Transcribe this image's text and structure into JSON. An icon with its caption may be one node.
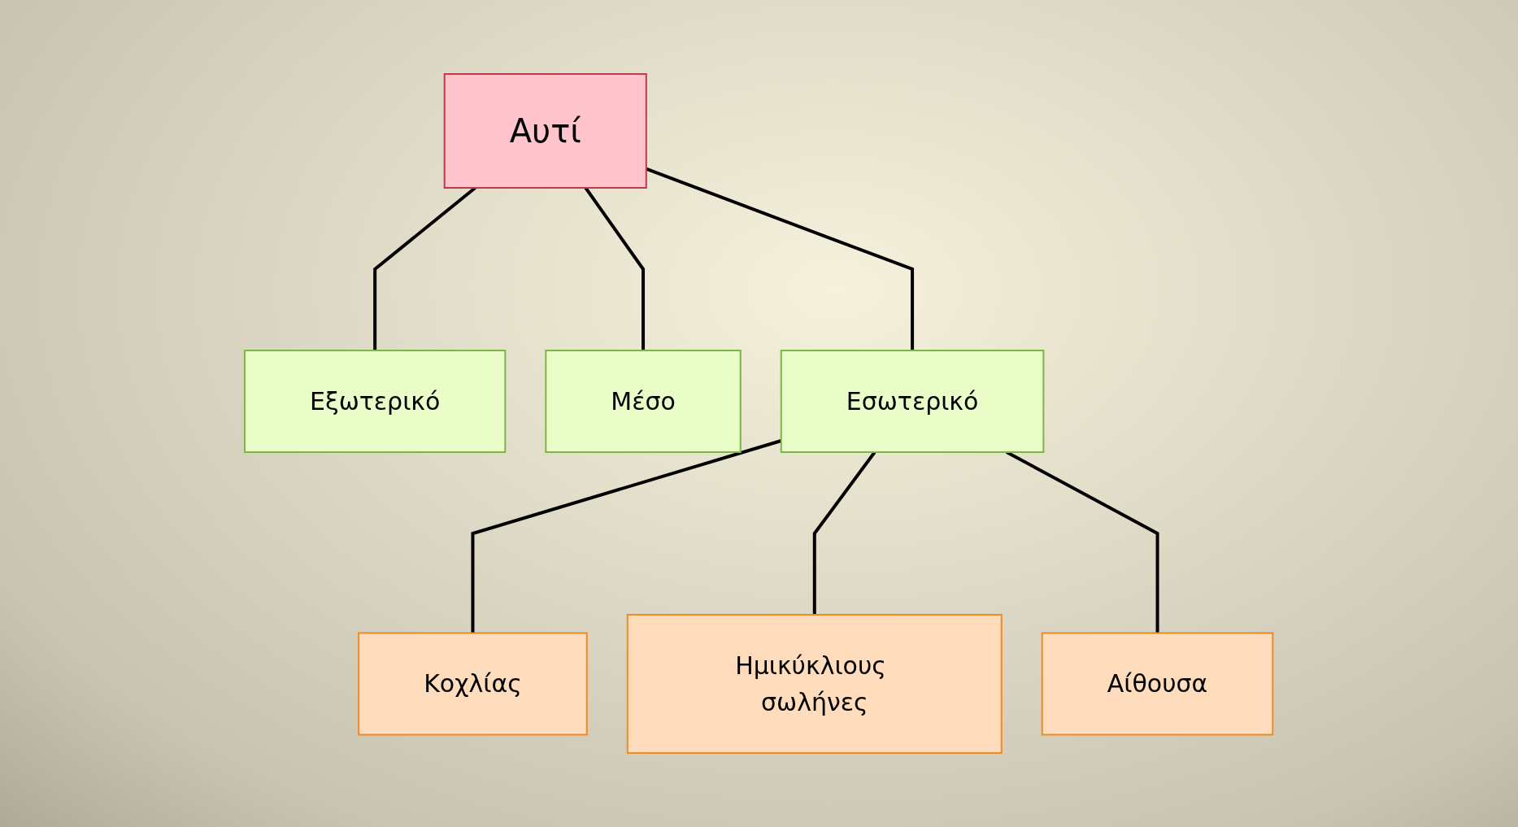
{
  "diagram": {
    "nodes": [
      {
        "text": [
          "Αυτί"
        ]
      },
      {
        "text": [
          "Εξωτερικό"
        ]
      },
      {
        "text": [
          "Μέσο"
        ]
      },
      {
        "text": [
          "Εσωτερικό"
        ]
      },
      {
        "text": [
          "Κοχλίας"
        ]
      },
      {
        "text": [
          "Ημικύκλιους σωλήνες"
        ]
      },
      {
        "text": [
          "Αίθουσα"
        ]
      }
    ],
    "edges": [
      {
        "from": 0,
        "to": 1,
        "arrow": "none"
      },
      {
        "from": 0,
        "to": 2,
        "arrow": "none"
      },
      {
        "from": 0,
        "to": 3,
        "arrow": "none"
      },
      {
        "from": 3,
        "to": 4,
        "arrow": "none"
      },
      {
        "from": 3,
        "to": 5,
        "arrow": "none"
      },
      {
        "from": 3,
        "to": 6,
        "arrow": "none"
      }
    ]
  }
}
